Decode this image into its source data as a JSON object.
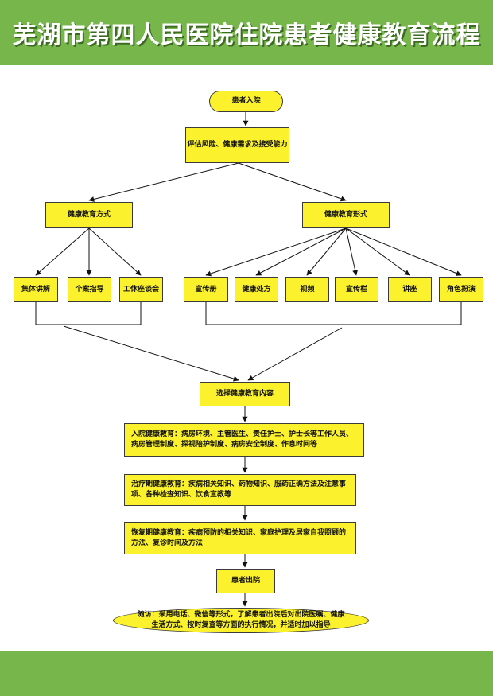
{
  "title": "芜湖市第四人民医院住院患者健康教育流程",
  "colors": {
    "header_band": "#77b64b",
    "node_fill": "#fbf12d",
    "line": "#111111"
  },
  "flow": {
    "admission": "患者入院",
    "assess": "评估风险、健康需求及接受能力",
    "methods": {
      "label": "健康教育方式",
      "items": [
        "集体讲解",
        "个案指导",
        "工休座谈会"
      ]
    },
    "forms": {
      "label": "健康教育形式",
      "items": [
        "宣传册",
        "健康处方",
        "视频",
        "宣传栏",
        "讲座",
        "角色扮演"
      ]
    },
    "select_content": "选择健康教育内容",
    "admission_education": "入院健康教育：病房环境、主管医生、责任护士、护士长等工作人员、病房管理制度、探视陪护制度、病房安全制度、作息时间等",
    "treatment_education": "治疗期健康教育：疾病相关知识、药物知识、服药正确方法及注意事项、各种检查知识、饮食宣教等",
    "recovery_education": "恢复期健康教育：疾病预防的相关知识、家庭护理及居家自我照顾的方法、复诊时间及方法",
    "discharge": "患者出院",
    "followup": "随访：采用电话、微信等形式，了解患者出院后对出院医嘱、健康生活方式、按时复查等方面的执行情况，并适时加以指导"
  }
}
